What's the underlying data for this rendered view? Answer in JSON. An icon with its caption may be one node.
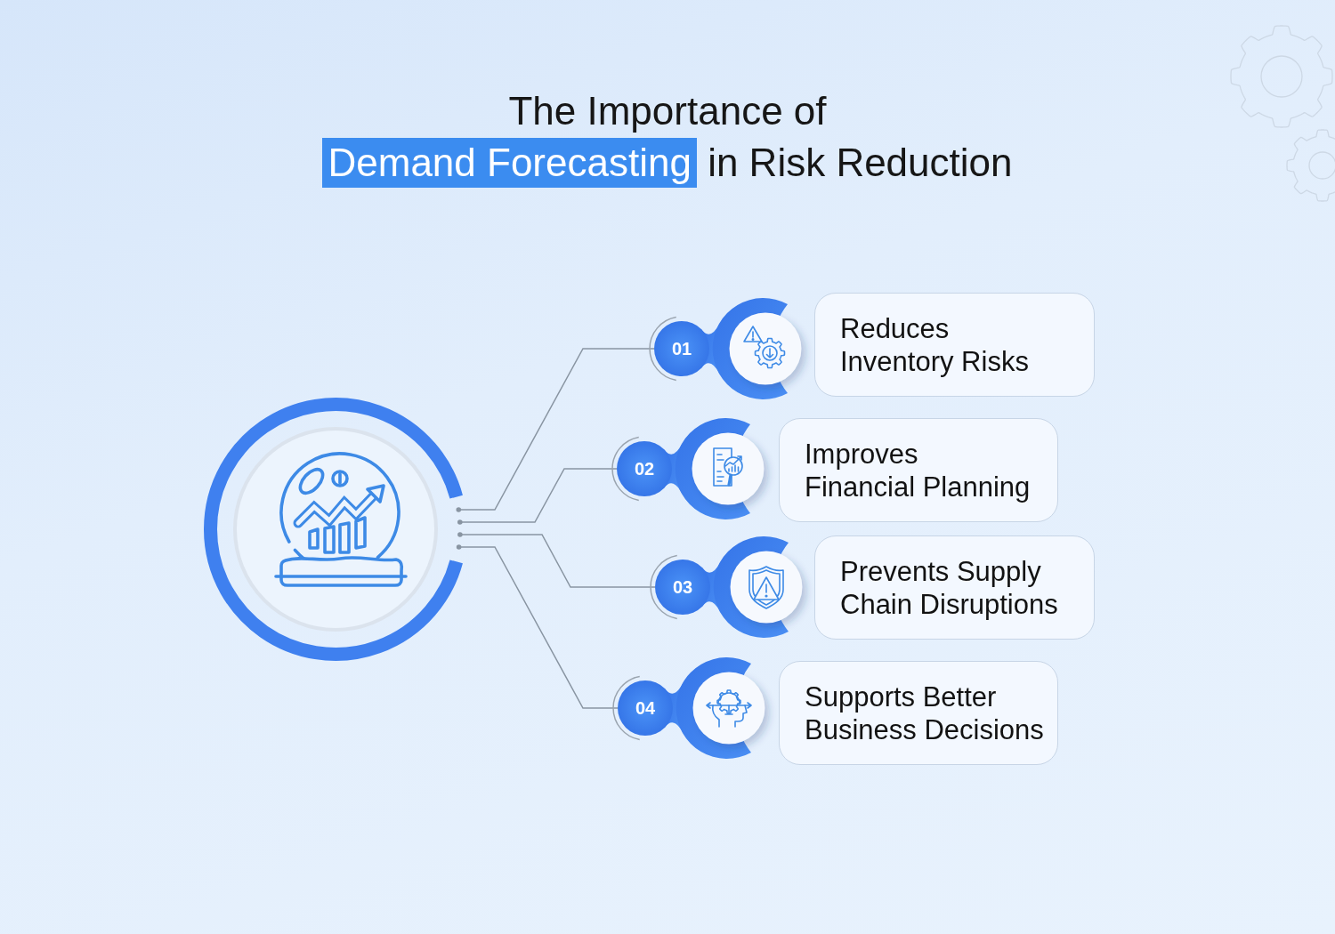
{
  "diagram": {
    "title": "The Importance of **Demand Forecasting** in Risk Reduction",
    "nodes": [
      {
        "text": [],
        "shape": "circle"
      },
      {
        "text": [
          "01"
        ]
      },
      {
        "text": [
          "Reduces Inventory Risks"
        ]
      },
      {
        "text": [
          "02"
        ]
      },
      {
        "text": [
          "Improves Financial Planning"
        ]
      },
      {
        "text": [
          "03"
        ]
      },
      {
        "text": [
          "Prevents Supply Chain Disruptions"
        ]
      },
      {
        "text": [
          "04"
        ]
      },
      {
        "text": [
          "Supports Better Business Decisions"
        ]
      }
    ],
    "edges": [
      {
        "from": 0,
        "to": 1,
        "arrow": "other"
      },
      {
        "from": 0,
        "to": 3,
        "arrow": "other"
      },
      {
        "from": 0,
        "to": 5,
        "arrow": "other"
      },
      {
        "from": 0,
        "to": 7,
        "arrow": "other"
      }
    ]
  }
}
